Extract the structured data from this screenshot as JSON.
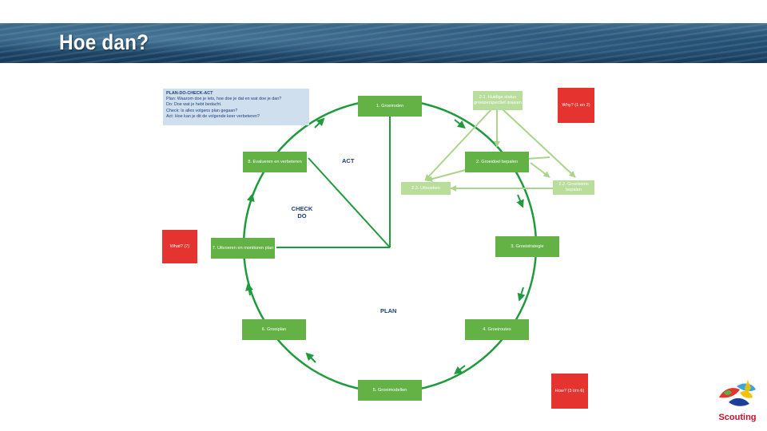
{
  "slide": {
    "title": "Hoe dan?"
  },
  "legend": {
    "title": "PLAN-DO-CHECK-ACT",
    "lines": [
      "Plan: Waarom doe je iets, hoe doe je dat en wat doe je dan?",
      "Do: Doe wat je hebt bedacht.",
      "Check: Is alles volgens plan gegaan?",
      "Act: Hoe kan je dit de volgende keer verbeteren?"
    ]
  },
  "phases": {
    "act": "ACT",
    "check": "CHECK",
    "do": "DO",
    "plan": "PLAN"
  },
  "steps": {
    "s1": "1. Groeiroden",
    "s2": "2. Groeidoel bepalen",
    "s3": "3. Groeistrategie",
    "s4": "4. Groeiroutes",
    "s5": "5. Groeimodellen",
    "s6": "6. Groeiplan",
    "s7": "7. Uitvoeren en monitoren plan",
    "s8": "8. Evalueren en verbeteren"
  },
  "substeps": {
    "s21": "2.1. Huidige status groeiperspectief draaien",
    "s22": "2.2. Groeiwens bepalen",
    "s23": "2.3. Uitsoeken"
  },
  "questions": {
    "why": "Why? (1 en 2)",
    "what": "What? (7)",
    "how": "How? (3 t/m 6)"
  },
  "logo": {
    "text": "Scouting"
  },
  "colors": {
    "cycle_green": "#1f9a3c",
    "step_green": "#64b146",
    "sub_green": "#b9dd9b",
    "question_red": "#e5332f",
    "phase_text": "#1d3f7a",
    "legend_bg": "#cfdfee"
  }
}
